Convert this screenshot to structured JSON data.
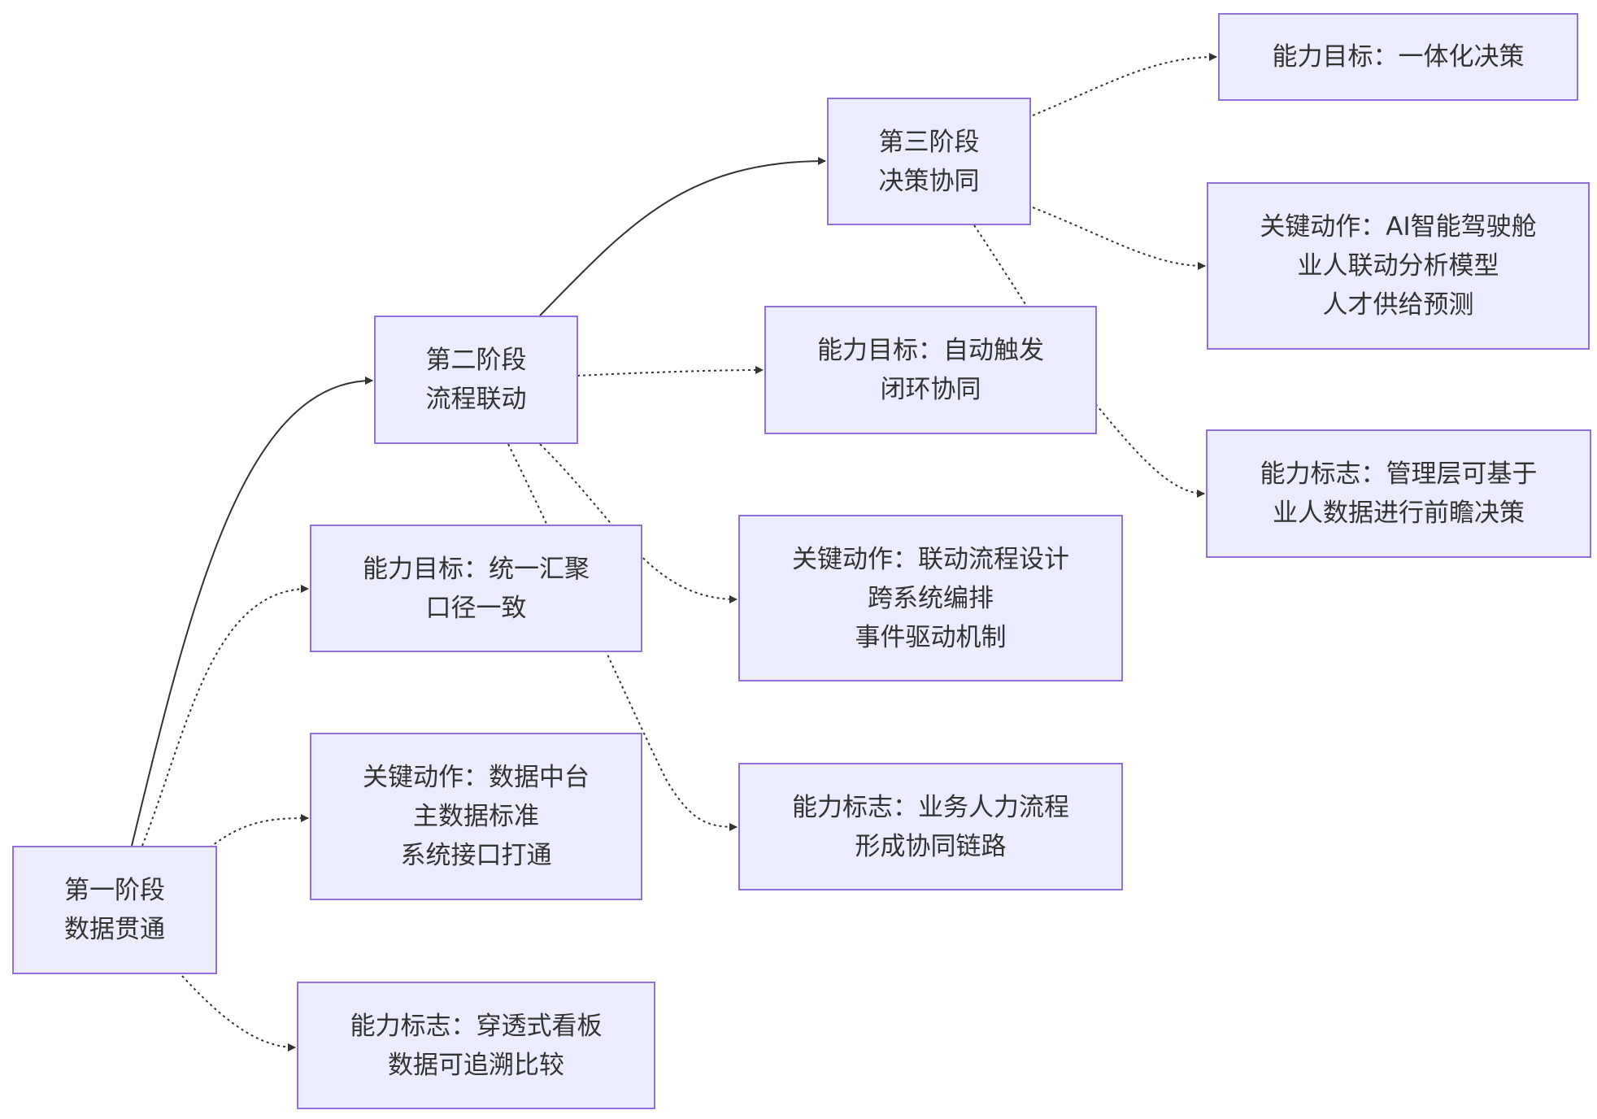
{
  "colors": {
    "node_fill": "#ECECFF",
    "node_border": "#9370DB",
    "edge": "#333333",
    "text": "#333333"
  },
  "nodes": {
    "s1": {
      "lines": [
        "第一阶段",
        "数据贯通"
      ]
    },
    "s2": {
      "lines": [
        "第二阶段",
        "流程联动"
      ]
    },
    "s3": {
      "lines": [
        "第三阶段",
        "决策协同"
      ]
    },
    "g1": {
      "lines": [
        "能力目标：统一汇聚",
        "口径一致"
      ]
    },
    "a1": {
      "lines": [
        "关键动作：数据中台",
        "主数据标准",
        "系统接口打通"
      ]
    },
    "m1": {
      "lines": [
        "能力标志：穿透式看板",
        "数据可追溯比较"
      ]
    },
    "g2": {
      "lines": [
        "能力目标：自动触发",
        "闭环协同"
      ]
    },
    "a2": {
      "lines": [
        "关键动作：联动流程设计",
        "跨系统编排",
        "事件驱动机制"
      ]
    },
    "m2": {
      "lines": [
        "能力标志：业务人力流程",
        "形成协同链路"
      ]
    },
    "g3": {
      "lines": [
        "能力目标：一体化决策"
      ]
    },
    "a3": {
      "lines": [
        "关键动作：AI智能驾驶舱",
        "业人联动分析模型",
        "人才供给预测"
      ]
    },
    "m3": {
      "lines": [
        "能力标志：管理层可基于",
        "业人数据进行前瞻决策"
      ]
    }
  },
  "edges": [
    {
      "from": "s1",
      "to": "s2",
      "style": "solid"
    },
    {
      "from": "s2",
      "to": "s3",
      "style": "solid"
    },
    {
      "from": "s1",
      "to": "g1",
      "style": "dotted"
    },
    {
      "from": "s1",
      "to": "a1",
      "style": "dotted"
    },
    {
      "from": "s1",
      "to": "m1",
      "style": "dotted"
    },
    {
      "from": "s2",
      "to": "g2",
      "style": "dotted"
    },
    {
      "from": "s2",
      "to": "a2",
      "style": "dotted"
    },
    {
      "from": "s2",
      "to": "m2",
      "style": "dotted"
    },
    {
      "from": "s3",
      "to": "g3",
      "style": "dotted"
    },
    {
      "from": "s3",
      "to": "a3",
      "style": "dotted"
    },
    {
      "from": "s3",
      "to": "m3",
      "style": "dotted"
    }
  ]
}
